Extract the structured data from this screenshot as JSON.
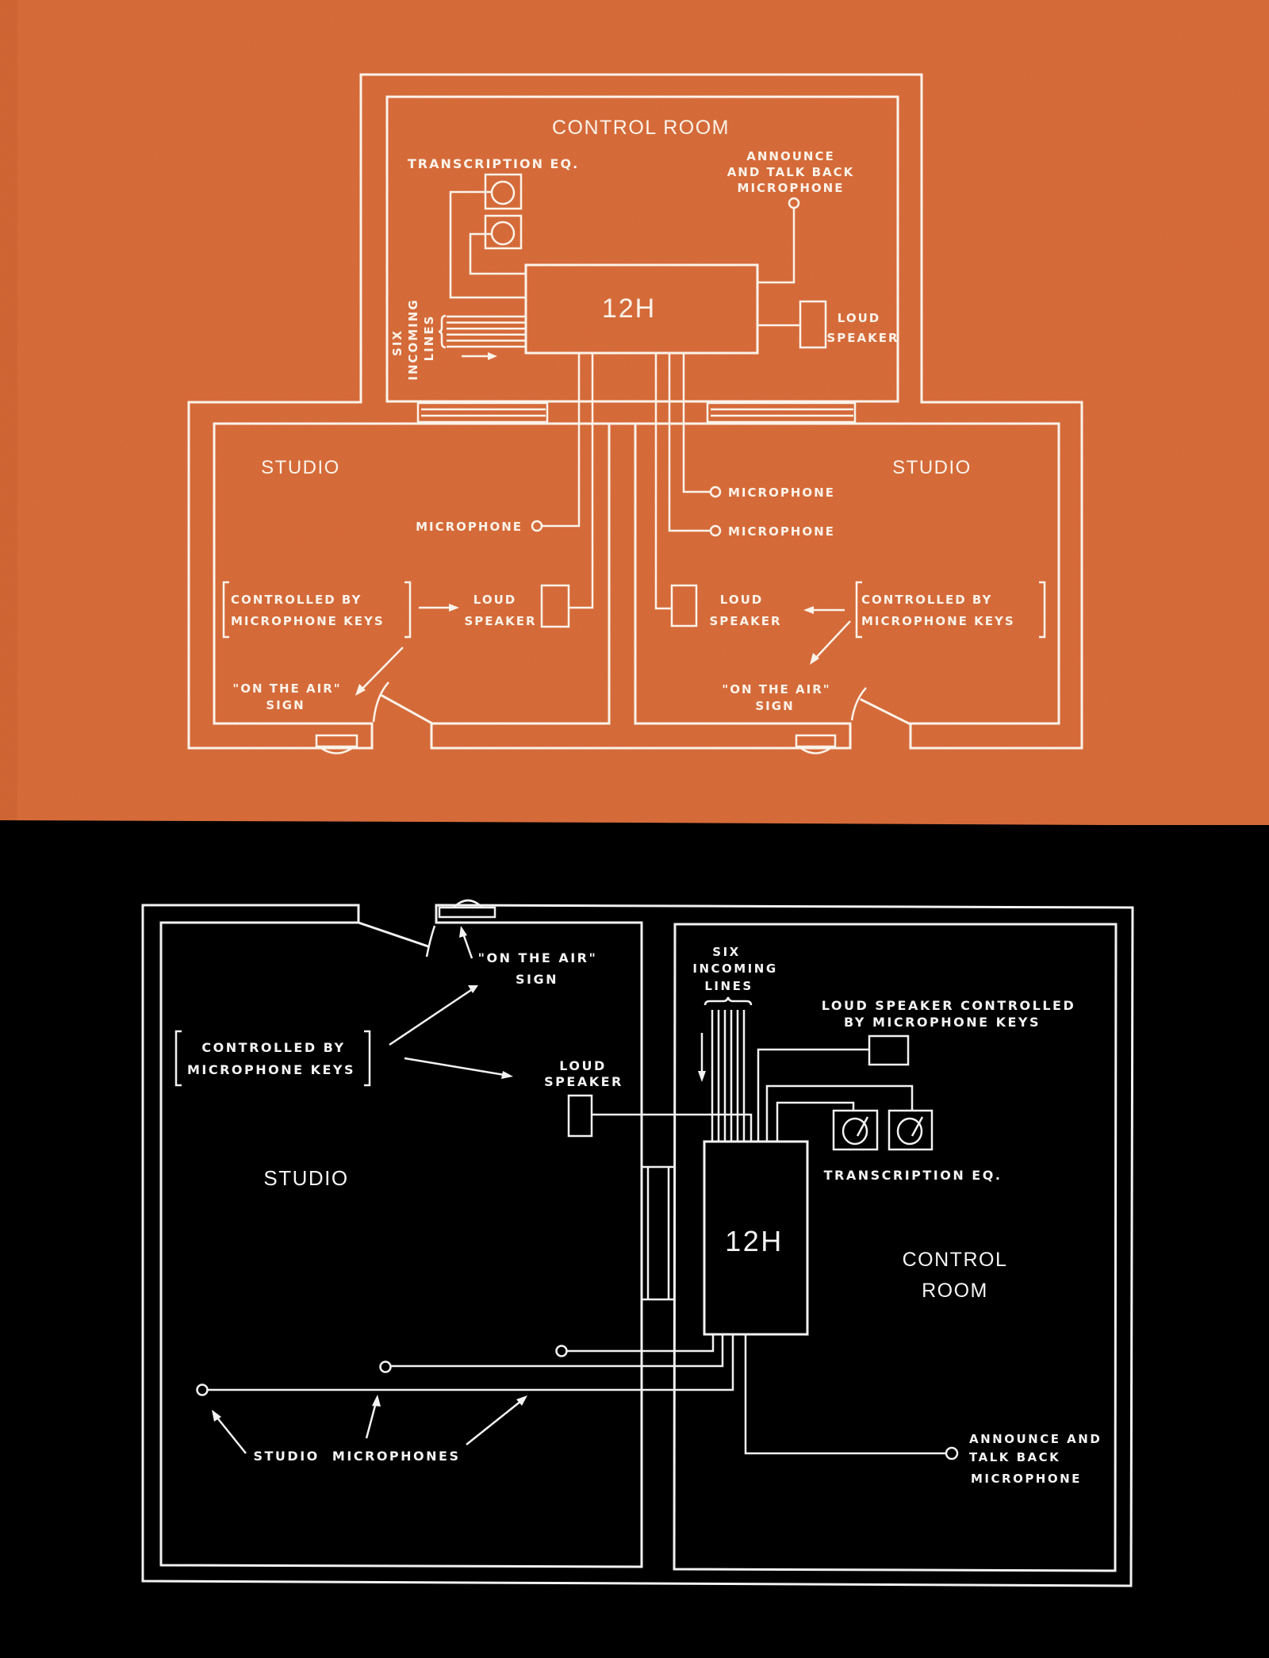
{
  "page": {
    "colors": {
      "top_background": "#e0703c",
      "bottom_background": "#000000",
      "line_top": "#fbf3ea",
      "line_bottom": "#f2f2f2"
    }
  },
  "top_plan": {
    "control_room_label": "CONTROL ROOM",
    "transcription_label": "TRANSCRIPTION EQ.",
    "announce_mic_label": [
      "ANNOUNCE",
      "AND TALK BACK",
      "MICROPHONE"
    ],
    "amplifier_label": "12H",
    "control_speaker_label": [
      "LOUD",
      "SPEAKER"
    ],
    "incoming_lines_label": [
      "SIX",
      "INCOMING",
      "LINES"
    ],
    "incoming_lines_count": 6,
    "left_studio": {
      "title": "STUDIO",
      "microphone_label": "MICROPHONE",
      "controlled_label": [
        "CONTROLLED BY",
        "MICROPHONE KEYS"
      ],
      "speaker_label": [
        "LOUD",
        "SPEAKER"
      ],
      "sign_label": [
        "\"ON THE AIR\"",
        "SIGN"
      ]
    },
    "right_studio": {
      "title": "STUDIO",
      "microphone_labels": [
        "MICROPHONE",
        "MICROPHONE"
      ],
      "controlled_label": [
        "CONTROLLED BY",
        "MICROPHONE KEYS"
      ],
      "speaker_label": [
        "LOUD",
        "SPEAKER"
      ],
      "sign_label": [
        "\"ON THE AIR\"",
        "SIGN"
      ]
    }
  },
  "bottom_plan": {
    "studio_label": "STUDIO",
    "control_room_label": [
      "CONTROL",
      "ROOM"
    ],
    "amplifier_label": "12H",
    "incoming_lines_label": [
      "SIX",
      "INCOMING",
      "LINES"
    ],
    "incoming_lines_count": 6,
    "sign_label": [
      "\"ON THE AIR\"",
      "SIGN"
    ],
    "controlled_label": [
      "CONTROLLED BY",
      "MICROPHONE KEYS"
    ],
    "studio_speaker_label": [
      "LOUD",
      "SPEAKER"
    ],
    "control_speaker_label": [
      "LOUD SPEAKER CONTROLLED",
      "BY MICROPHONE KEYS"
    ],
    "transcription_label": "TRANSCRIPTION EQ.",
    "studio_microphones_label": "STUDIO  MICROPHONES",
    "announce_mic_label": [
      "ANNOUNCE AND",
      "TALK BACK",
      "MICROPHONE"
    ]
  }
}
